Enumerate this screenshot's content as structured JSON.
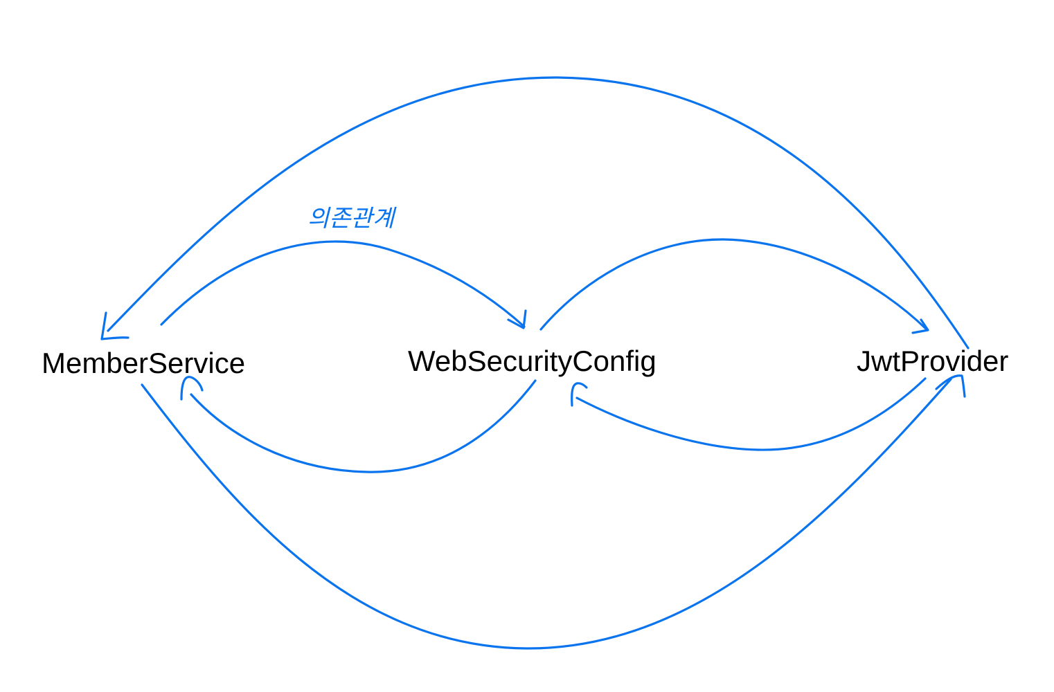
{
  "diagram": {
    "stroke_color": "#0A74EE",
    "nodes": [
      {
        "id": "member",
        "label": "MemberService"
      },
      {
        "id": "websec",
        "label": "WebSecurityConfig"
      },
      {
        "id": "jwt",
        "label": "JwtProvider"
      }
    ],
    "annotation": "의존관계",
    "edges": [
      {
        "from": "member",
        "to": "websec"
      },
      {
        "from": "websec",
        "to": "member"
      },
      {
        "from": "websec",
        "to": "jwt"
      },
      {
        "from": "jwt",
        "to": "websec"
      },
      {
        "from": "jwt",
        "to": "member"
      },
      {
        "from": "member",
        "to": "jwt"
      }
    ]
  }
}
